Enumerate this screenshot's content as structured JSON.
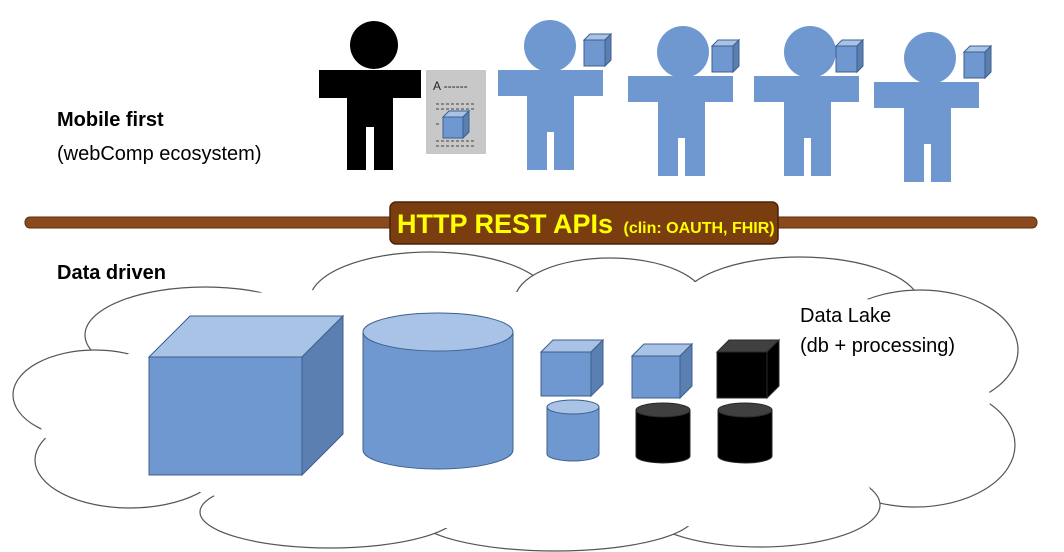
{
  "colors": {
    "blue_fill": "#6f98d0",
    "blue_side": "#5a7fb0",
    "blue_top": "#a9c3e6",
    "blue_stroke": "#3d5f8e",
    "black_fill": "#000000",
    "black_top": "#404040",
    "banner_fill": "#7a3d10",
    "bar_fill": "#8a4a1e",
    "banner_text": "#ffff00",
    "document_fill": "#c8c8c8"
  },
  "mobile_section": {
    "title": "Mobile first",
    "subtitle": "(webComp  ecosystem)"
  },
  "document": {
    "line1": "A ------"
  },
  "banner": {
    "main": "HTTP REST APIs",
    "sub": "(clin: OAUTH, FHIR)"
  },
  "data_section": {
    "title": "Data driven",
    "lake_title": "Data Lake",
    "lake_subtitle": "(db + processing)"
  },
  "icons": {
    "user": "person-icon",
    "app": "cube-icon",
    "storage": "cylinder-icon",
    "document": "document-icon",
    "cloud": "cloud-icon"
  }
}
